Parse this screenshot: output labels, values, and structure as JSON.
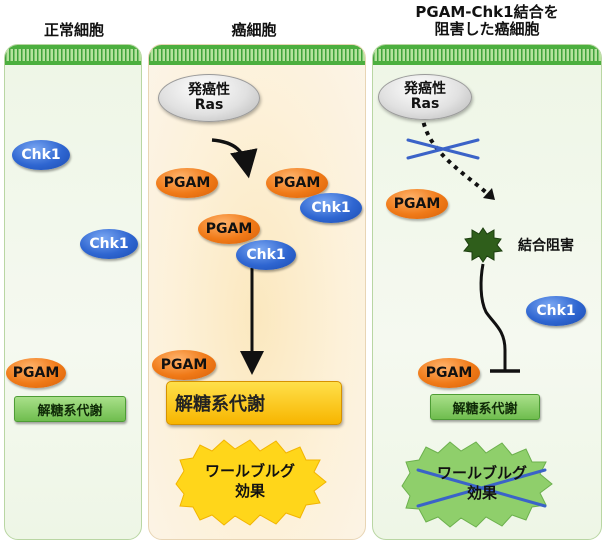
{
  "columns": {
    "normal": {
      "title": "正常細胞"
    },
    "cancer": {
      "title": "癌細胞"
    },
    "inhibited": {
      "title": "PGAM-Chk1結合を\n阻害した癌細胞"
    }
  },
  "labels": {
    "chk1": "Chk1",
    "pgam": "PGAM",
    "ras_line1": "発癌性",
    "ras_line2": "Ras",
    "glycolysis": "解糖系代謝",
    "warburg_line1": "ワールブルグ",
    "warburg_line2": "効果",
    "binding_inhibition": "結合阻害"
  },
  "colors": {
    "membrane": "#3fa23a",
    "chk1": "#2f66d1",
    "pgam": "#f07a18",
    "glycolysis_normal": "#6fbd4e",
    "glycolysis_up": "#f7b500",
    "warburg_burst_cancer": "#ffd61a",
    "warburg_burst_inhibited": "#8fcf6b",
    "up_arrows": "#e0281b",
    "cross": "#3b63c8"
  }
}
